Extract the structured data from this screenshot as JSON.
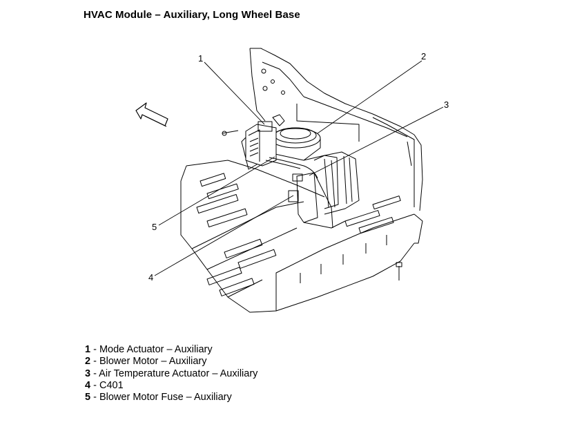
{
  "title": "HVAC Module – Auxiliary, Long Wheel Base",
  "callouts": [
    "1",
    "2",
    "3",
    "5",
    "4"
  ],
  "legend": [
    {
      "num": "1",
      "sep": " - ",
      "text": "Mode Actuator – Auxiliary"
    },
    {
      "num": "2",
      "sep": " - ",
      "text": "Blower Motor – Auxiliary"
    },
    {
      "num": "3",
      "sep": " - ",
      "text": "Air Temperature Actuator – Auxiliary"
    },
    {
      "num": "4",
      "sep": " - ",
      "text": "C401"
    },
    {
      "num": "5",
      "sep": " - ",
      "text": "Blower Motor Fuse – Auxiliary"
    }
  ]
}
